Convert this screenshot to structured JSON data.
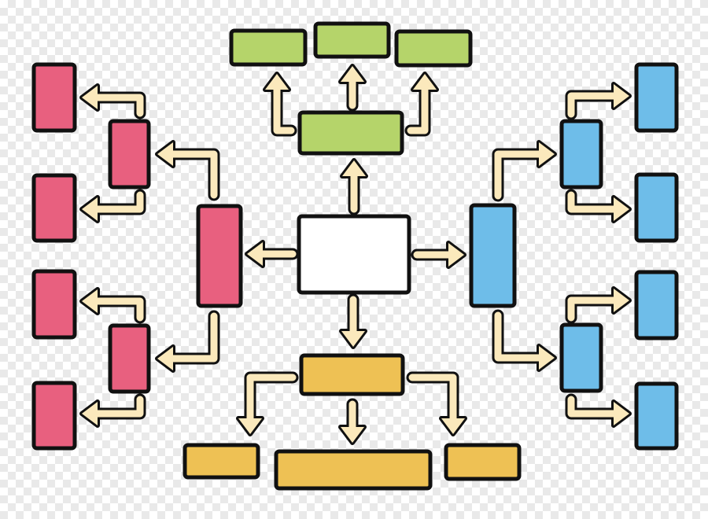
{
  "diagram": {
    "type": "mind-map",
    "colors": {
      "center": "#ffffff",
      "top": "#b5d46a",
      "bottom": "#eec154",
      "left": "#e8607f",
      "right": "#6ebde9",
      "outline": "#111111",
      "arrow_fill": "#fbe9bc"
    },
    "nodes": [
      {
        "id": "center",
        "branch": "center"
      },
      {
        "id": "top-hub",
        "branch": "top"
      },
      {
        "id": "top-leaf-1",
        "branch": "top"
      },
      {
        "id": "top-leaf-2",
        "branch": "top"
      },
      {
        "id": "top-leaf-3",
        "branch": "top"
      },
      {
        "id": "bottom-hub",
        "branch": "bottom"
      },
      {
        "id": "bottom-leaf-1",
        "branch": "bottom"
      },
      {
        "id": "bottom-leaf-2",
        "branch": "bottom"
      },
      {
        "id": "bottom-leaf-3",
        "branch": "bottom"
      },
      {
        "id": "left-hub",
        "branch": "left"
      },
      {
        "id": "left-mid-1",
        "branch": "left"
      },
      {
        "id": "left-mid-2",
        "branch": "left"
      },
      {
        "id": "left-leaf-1",
        "branch": "left"
      },
      {
        "id": "left-leaf-2",
        "branch": "left"
      },
      {
        "id": "left-leaf-3",
        "branch": "left"
      },
      {
        "id": "left-leaf-4",
        "branch": "left"
      },
      {
        "id": "right-hub",
        "branch": "right"
      },
      {
        "id": "right-mid-1",
        "branch": "right"
      },
      {
        "id": "right-mid-2",
        "branch": "right"
      },
      {
        "id": "right-leaf-1",
        "branch": "right"
      },
      {
        "id": "right-leaf-2",
        "branch": "right"
      },
      {
        "id": "right-leaf-3",
        "branch": "right"
      },
      {
        "id": "right-leaf-4",
        "branch": "right"
      }
    ],
    "edges": [
      {
        "from": "center",
        "to": "top-hub"
      },
      {
        "from": "top-hub",
        "to": "top-leaf-1"
      },
      {
        "from": "top-hub",
        "to": "top-leaf-2"
      },
      {
        "from": "top-hub",
        "to": "top-leaf-3"
      },
      {
        "from": "center",
        "to": "bottom-hub"
      },
      {
        "from": "bottom-hub",
        "to": "bottom-leaf-1"
      },
      {
        "from": "bottom-hub",
        "to": "bottom-leaf-2"
      },
      {
        "from": "bottom-hub",
        "to": "bottom-leaf-3"
      },
      {
        "from": "center",
        "to": "left-hub"
      },
      {
        "from": "left-hub",
        "to": "left-mid-1"
      },
      {
        "from": "left-hub",
        "to": "left-mid-2"
      },
      {
        "from": "left-mid-1",
        "to": "left-leaf-1"
      },
      {
        "from": "left-mid-1",
        "to": "left-leaf-2"
      },
      {
        "from": "left-mid-2",
        "to": "left-leaf-3"
      },
      {
        "from": "left-mid-2",
        "to": "left-leaf-4"
      },
      {
        "from": "center",
        "to": "right-hub"
      },
      {
        "from": "right-hub",
        "to": "right-mid-1"
      },
      {
        "from": "right-hub",
        "to": "right-mid-2"
      },
      {
        "from": "right-mid-1",
        "to": "right-leaf-1"
      },
      {
        "from": "right-mid-1",
        "to": "right-leaf-2"
      },
      {
        "from": "right-mid-2",
        "to": "right-leaf-3"
      },
      {
        "from": "right-mid-2",
        "to": "right-leaf-4"
      }
    ]
  }
}
